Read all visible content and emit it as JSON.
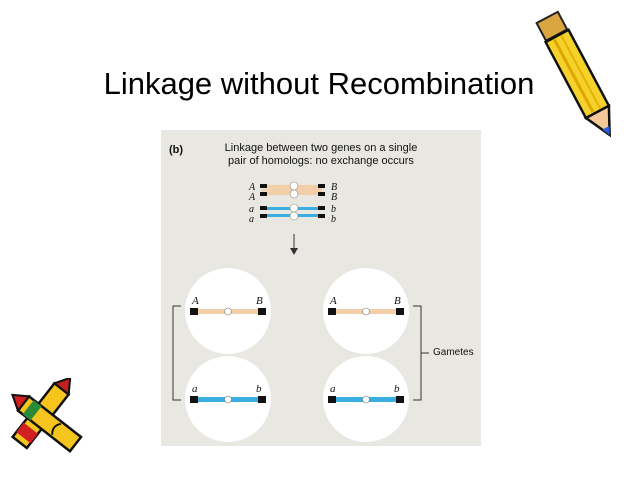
{
  "slide": {
    "title": "Linkage without Recombination"
  },
  "figure": {
    "panel_label": "(b)",
    "caption_line1": "Linkage between two genes on a single",
    "caption_line2": "pair of homologs: no exchange occurs",
    "gametes_label": "Gametes",
    "parent_left_alleles": [
      "A",
      "A",
      "a",
      "a"
    ],
    "parent_right_alleles": [
      "B",
      "B",
      "b",
      "b"
    ],
    "gametes": [
      {
        "left": "A",
        "right": "B",
        "color": "#f3cfa9"
      },
      {
        "left": "A",
        "right": "B",
        "color": "#f3cfa9"
      },
      {
        "left": "a",
        "right": "b",
        "color": "#3aaee0"
      },
      {
        "left": "a",
        "right": "b",
        "color": "#3aaee0"
      }
    ]
  },
  "colors": {
    "maternal_chromosome": "#f3cfa9",
    "paternal_chromosome": "#3aaee0",
    "figure_background": "#e9e7e1"
  },
  "icons": [
    "pencil-icon",
    "crayon-pair-icon"
  ]
}
